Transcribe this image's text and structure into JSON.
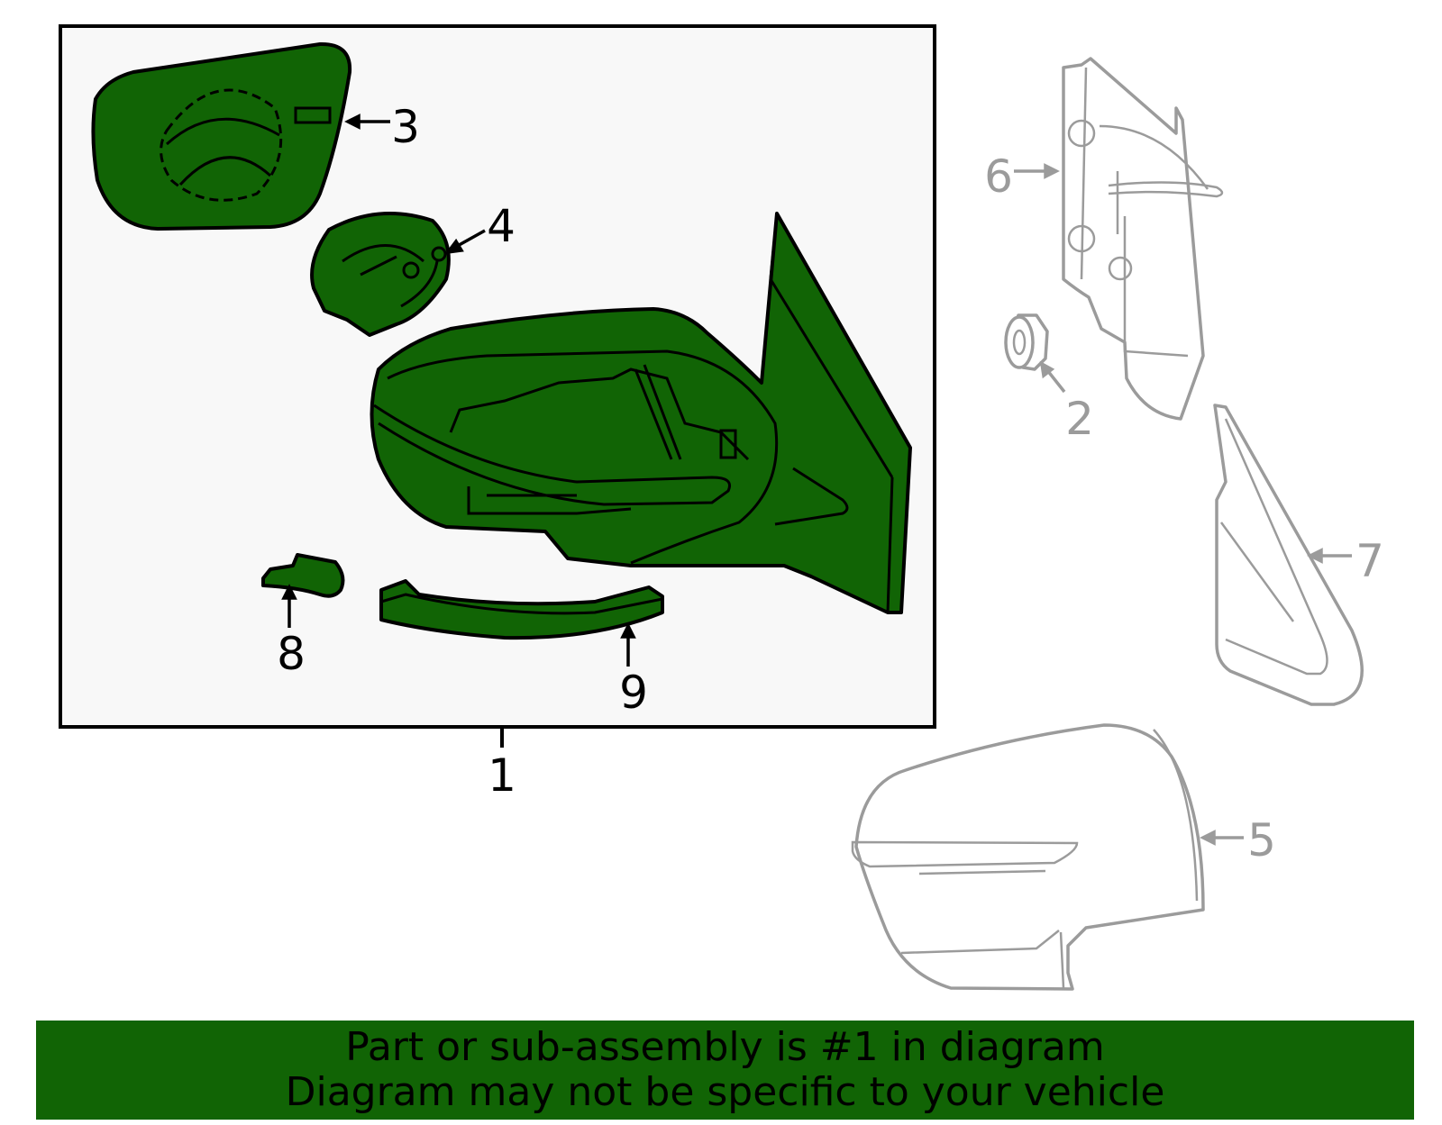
{
  "diagram": {
    "assembly_box_fill": "#f8f8f8",
    "highlight_color": "#116405",
    "other_parts_color": "#9b9b9b",
    "callouts": [
      {
        "number": "1",
        "part": "assembly",
        "highlighted": true
      },
      {
        "number": "2",
        "highlighted": false
      },
      {
        "number": "3",
        "highlighted": true
      },
      {
        "number": "4",
        "highlighted": true
      },
      {
        "number": "5",
        "highlighted": false
      },
      {
        "number": "6",
        "highlighted": false
      },
      {
        "number": "7",
        "highlighted": false
      },
      {
        "number": "8",
        "highlighted": true
      },
      {
        "number": "9",
        "highlighted": true
      }
    ]
  },
  "banner": {
    "line1": "Part or sub-assembly is #1 in diagram",
    "line2": "Diagram may not be specific to your vehicle",
    "color": "#116405"
  }
}
